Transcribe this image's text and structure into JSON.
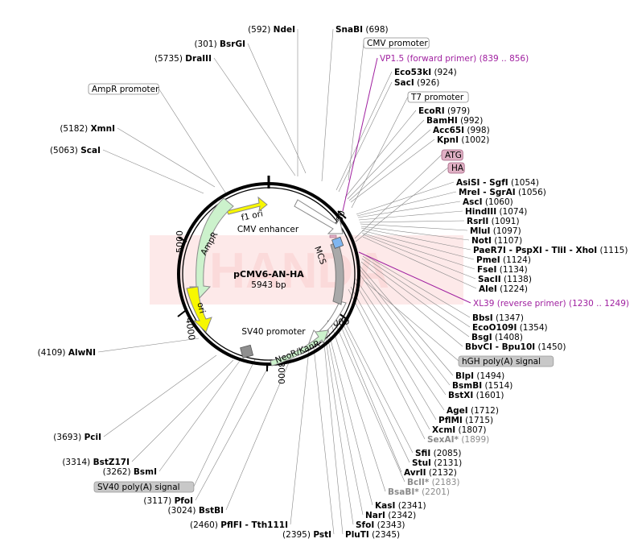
{
  "plasmid": {
    "name": "pCMV6-AN-HA",
    "size": "5943 bp"
  },
  "watermark": "HANDA",
  "ticks": [
    "1000",
    "2000",
    "3000",
    "4000",
    "5000"
  ],
  "features": {
    "f1_ori": "f1 ori",
    "cmv_enhancer": "CMV enhancer",
    "mcs": "MCS",
    "ampr": "AmpR",
    "ori": "ori",
    "sv40_promoter": "SV40 promoter",
    "neor": "NeoR/KanR"
  },
  "boxed_labels": [
    {
      "text": "CMV promoter",
      "style": "white"
    },
    {
      "text": "T7 promoter",
      "style": "white"
    },
    {
      "text": "AmpR promoter",
      "style": "white"
    },
    {
      "text": "ATG",
      "style": "pink"
    },
    {
      "text": "HA",
      "style": "pink"
    },
    {
      "text": "hGH poly(A) signal",
      "style": "gray"
    },
    {
      "text": "SV40 poly(A) signal",
      "style": "gray"
    }
  ],
  "primers": [
    {
      "text": "VP1.5 (forward primer)  (839 .. 856)"
    },
    {
      "text": "XL39 (reverse primer)  (1230 .. 1249)"
    }
  ],
  "sites": [
    {
      "pos": "(592)",
      "name": "NdeI",
      "side": "left"
    },
    {
      "name": "SnaBI",
      "pos": "(698)",
      "side": "right"
    },
    {
      "pos": "(301)",
      "name": "BsrGI",
      "side": "left"
    },
    {
      "pos": "(5735)",
      "name": "DraIII",
      "side": "left"
    },
    {
      "pos": "(5182)",
      "name": "XmnI",
      "side": "left"
    },
    {
      "pos": "(5063)",
      "name": "ScaI",
      "side": "left"
    },
    {
      "name": "Eco53kI",
      "pos": "(924)",
      "side": "right"
    },
    {
      "name": "SacI",
      "pos": "(926)",
      "side": "right"
    },
    {
      "name": "EcoRI",
      "pos": "(979)",
      "side": "right"
    },
    {
      "name": "BamHI",
      "pos": "(992)",
      "side": "right"
    },
    {
      "name": "Acc65I",
      "pos": "(998)",
      "side": "right"
    },
    {
      "name": "KpnI",
      "pos": "(1002)",
      "side": "right"
    },
    {
      "name": "AsiSI - SgfI",
      "pos": "(1054)",
      "side": "right"
    },
    {
      "name": "MreI - SgrAI",
      "pos": "(1056)",
      "side": "right"
    },
    {
      "name": "AscI",
      "pos": "(1060)",
      "side": "right"
    },
    {
      "name": "HindIII",
      "pos": "(1074)",
      "side": "right"
    },
    {
      "name": "RsrII",
      "pos": "(1091)",
      "side": "right"
    },
    {
      "name": "MluI",
      "pos": "(1097)",
      "side": "right"
    },
    {
      "name": "NotI",
      "pos": "(1107)",
      "side": "right"
    },
    {
      "name": "PaeR7I - PspXI - TliI - XhoI",
      "pos": "(1115)",
      "side": "right"
    },
    {
      "name": "PmeI",
      "pos": "(1124)",
      "side": "right"
    },
    {
      "name": "FseI",
      "pos": "(1134)",
      "side": "right"
    },
    {
      "name": "SacII",
      "pos": "(1138)",
      "side": "right"
    },
    {
      "name": "AleI",
      "pos": "(1224)",
      "side": "right"
    },
    {
      "name": "BbsI",
      "pos": "(1347)",
      "side": "right"
    },
    {
      "name": "EcoO109I",
      "pos": "(1354)",
      "side": "right"
    },
    {
      "name": "BsgI",
      "pos": "(1408)",
      "side": "right"
    },
    {
      "name": "BbvCI - Bpu10I",
      "pos": "(1450)",
      "side": "right"
    },
    {
      "name": "BlpI",
      "pos": "(1494)",
      "side": "right"
    },
    {
      "name": "BsmBI",
      "pos": "(1514)",
      "side": "right"
    },
    {
      "name": "BstXI",
      "pos": "(1601)",
      "side": "right"
    },
    {
      "name": "AgeI",
      "pos": "(1712)",
      "side": "right"
    },
    {
      "name": "PflMI",
      "pos": "(1715)",
      "side": "right"
    },
    {
      "name": "XcmI",
      "pos": "(1807)",
      "side": "right"
    },
    {
      "name": "SexAI*",
      "pos": "(1899)",
      "side": "right",
      "faded": true
    },
    {
      "name": "SfiI",
      "pos": "(2085)",
      "side": "right"
    },
    {
      "name": "StuI",
      "pos": "(2131)",
      "side": "right"
    },
    {
      "name": "AvrII",
      "pos": "(2132)",
      "side": "right"
    },
    {
      "name": "BclI*",
      "pos": "(2183)",
      "side": "right",
      "faded": true
    },
    {
      "name": "BsaBI*",
      "pos": "(2201)",
      "side": "right",
      "faded": true
    },
    {
      "name": "KasI",
      "pos": "(2341)",
      "side": "right"
    },
    {
      "name": "NarI",
      "pos": "(2342)",
      "side": "right"
    },
    {
      "name": "SfoI",
      "pos": "(2343)",
      "side": "right"
    },
    {
      "name": "PluTI",
      "pos": "(2345)",
      "side": "right"
    },
    {
      "pos": "(2395)",
      "name": "PstI",
      "side": "left"
    },
    {
      "pos": "(2460)",
      "name": "PflFI - Tth111I",
      "side": "left"
    },
    {
      "pos": "(3024)",
      "name": "BstBI",
      "side": "left"
    },
    {
      "pos": "(3117)",
      "name": "PfoI",
      "side": "left"
    },
    {
      "pos": "(3262)",
      "name": "BsmI",
      "side": "left"
    },
    {
      "pos": "(3314)",
      "name": "BstZ17I",
      "side": "left"
    },
    {
      "pos": "(3693)",
      "name": "PciI",
      "side": "left"
    },
    {
      "pos": "(4109)",
      "name": "AlwNI",
      "side": "left"
    }
  ],
  "colors": {
    "primer": "#a020a0",
    "pink_box": "#e0b0c4",
    "gray_box": "#c8c8c8",
    "f1_ori": "#f7f700",
    "ampr": "#ccf2cc",
    "neor": "#ccf2cc",
    "ori": "#f7f700",
    "cmv": "#ffffff",
    "watermark": "#fde6e6"
  }
}
